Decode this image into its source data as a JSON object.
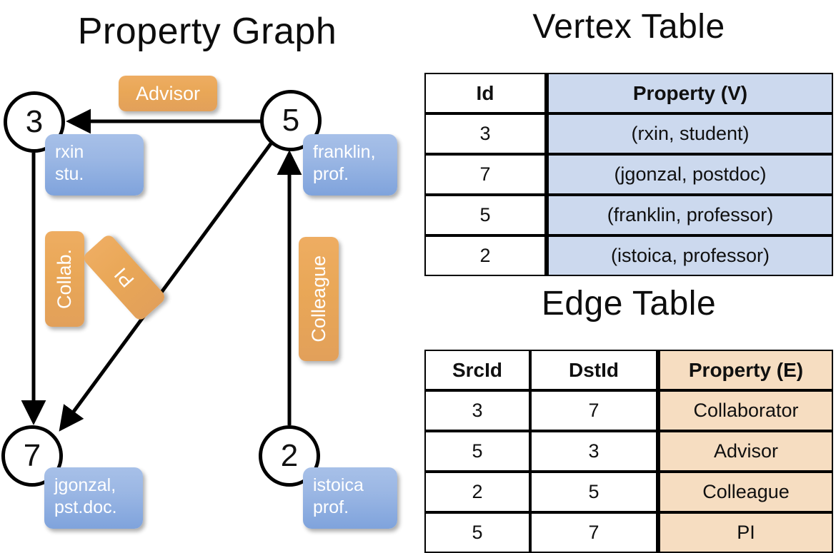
{
  "titles": {
    "property_graph": "Property Graph",
    "vertex_table": "Vertex Table",
    "edge_table": "Edge Table"
  },
  "graph": {
    "nodes": [
      {
        "id": "3",
        "name_line1": "rxin",
        "name_line2": "stu."
      },
      {
        "id": "5",
        "name_line1": "franklin,",
        "name_line2": "prof."
      },
      {
        "id": "7",
        "name_line1": "jgonzal,",
        "name_line2": "pst.doc."
      },
      {
        "id": "2",
        "name_line1": "istoica",
        "name_line2": "prof."
      }
    ],
    "edge_labels": {
      "advisor": "Advisor",
      "collab": "Collab.",
      "pi": "PI",
      "colleague": "Colleague"
    }
  },
  "vertex_table": {
    "headers": [
      "Id",
      "Property (V)"
    ],
    "rows": [
      {
        "id": "3",
        "property": "(rxin, student)"
      },
      {
        "id": "7",
        "property": "(jgonzal, postdoc)"
      },
      {
        "id": "5",
        "property": "(franklin, professor)"
      },
      {
        "id": "2",
        "property": "(istoica, professor)"
      }
    ]
  },
  "edge_table": {
    "headers": [
      "SrcId",
      "DstId",
      "Property (E)"
    ],
    "rows": [
      {
        "src": "3",
        "dst": "7",
        "property": "Collaborator"
      },
      {
        "src": "5",
        "dst": "3",
        "property": "Advisor"
      },
      {
        "src": "2",
        "dst": "5",
        "property": "Colleague"
      },
      {
        "src": "5",
        "dst": "7",
        "property": "PI"
      }
    ]
  },
  "colors": {
    "vertex_property_fill": "#ccd9ee",
    "edge_property_fill": "#f6ddc1",
    "node_callout_blue": "#8fb0e2",
    "edge_label_orange": "#e9a757",
    "stroke": "#000000"
  }
}
